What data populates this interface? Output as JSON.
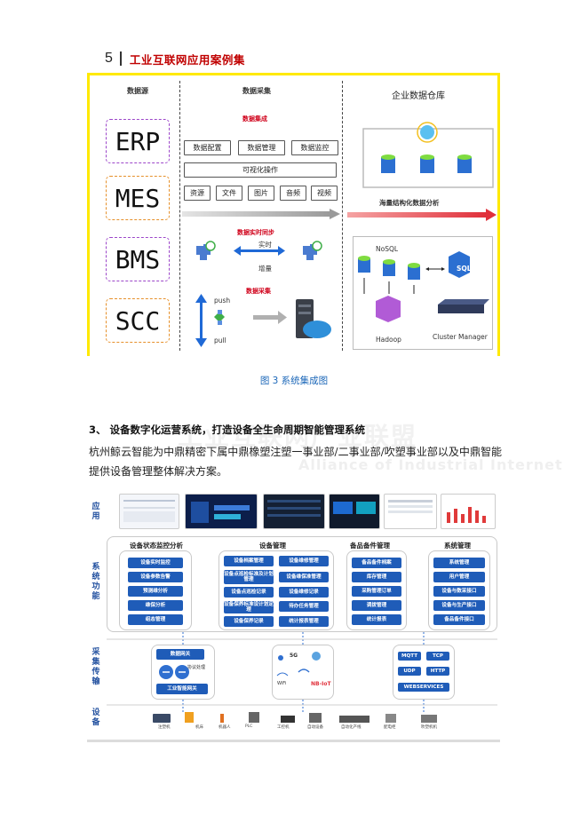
{
  "header": {
    "page_number": "5",
    "title": "工业互联网应用案例集"
  },
  "figure3": {
    "col_titles": {
      "sources": "数据源",
      "collection": "数据采集",
      "warehouse": "企业数据仓库"
    },
    "sources": [
      "ERP",
      "MES",
      "BMS",
      "SCC"
    ],
    "integration_label": "数据集成",
    "row1": [
      "数据配置",
      "数据管理",
      "数据监控"
    ],
    "visual_op": "可视化操作",
    "media": [
      "资源",
      "文件",
      "图片",
      "音频",
      "视频"
    ],
    "sync_label": "数据实时同步",
    "realtime": "实时",
    "incremental": "增量",
    "collect_label": "数据采集",
    "push": "push",
    "pull": "pull",
    "mass_analysis": "海量结构化数据分析",
    "nosql": "NoSQL",
    "sql": "SQL",
    "hadoop": "Hadoop",
    "cluster_manager": "Cluster Manager",
    "caption": "图 3 系统集成图"
  },
  "section": {
    "title": "3、 设备数字化运营系统，打造设备全生命周期智能管理系统",
    "paragraph": "杭州鲸云智能为中鼎精密下属中鼎橡塑注塑一事业部/二事业部/吹塑事业部以及中鼎智能提供设备管理整体解决方案。"
  },
  "watermark": {
    "line1": "工业互联网产业联盟",
    "line2": "Alliance of Industrial Internet"
  },
  "figure4": {
    "row_labels": [
      "应用",
      "系统功能",
      "采集传输",
      "设备"
    ],
    "panels": [
      {
        "title": "设备状态监控分析",
        "items": [
          "设备实时监控",
          "设备参数告警",
          "预测维分析",
          "维保分析",
          "组态管理"
        ]
      },
      {
        "title": "设备管理",
        "left": [
          "设备档案管理",
          "设备点巡检标准及计划管理",
          "设备点巡检记录",
          "设备保养标准设计划定理",
          "设备保养记录"
        ],
        "right": [
          "设备维修管理",
          "设备维保准管理",
          "设备维修记录",
          "待办任务管理",
          "统计报表管理"
        ]
      },
      {
        "title": "备品备件管理",
        "items": [
          "备品备件档案",
          "库存管理",
          "采购管理订单",
          "调拨管理",
          "统计报表"
        ]
      },
      {
        "title": "系统管理",
        "items": [
          "系统管理",
          "用户管理",
          "设备与数采接口",
          "设备与生产接口",
          "备品备件接口"
        ]
      }
    ],
    "gateway": {
      "top": "数据网关",
      "bottom": "工业智能网关",
      "edge": "协议处理"
    },
    "protocols": [
      "MQTT",
      "TCP",
      "UDP",
      "HTTP",
      "WEBSERVICES"
    ],
    "net_labels": [
      "5G",
      "WiFi",
      "NB-IoT"
    ],
    "devices": [
      "注塑机",
      "机床",
      "机器人",
      "PLC",
      "工控机",
      "自动设备",
      "自动化产线",
      "配电柜",
      "吹塑机机"
    ]
  }
}
